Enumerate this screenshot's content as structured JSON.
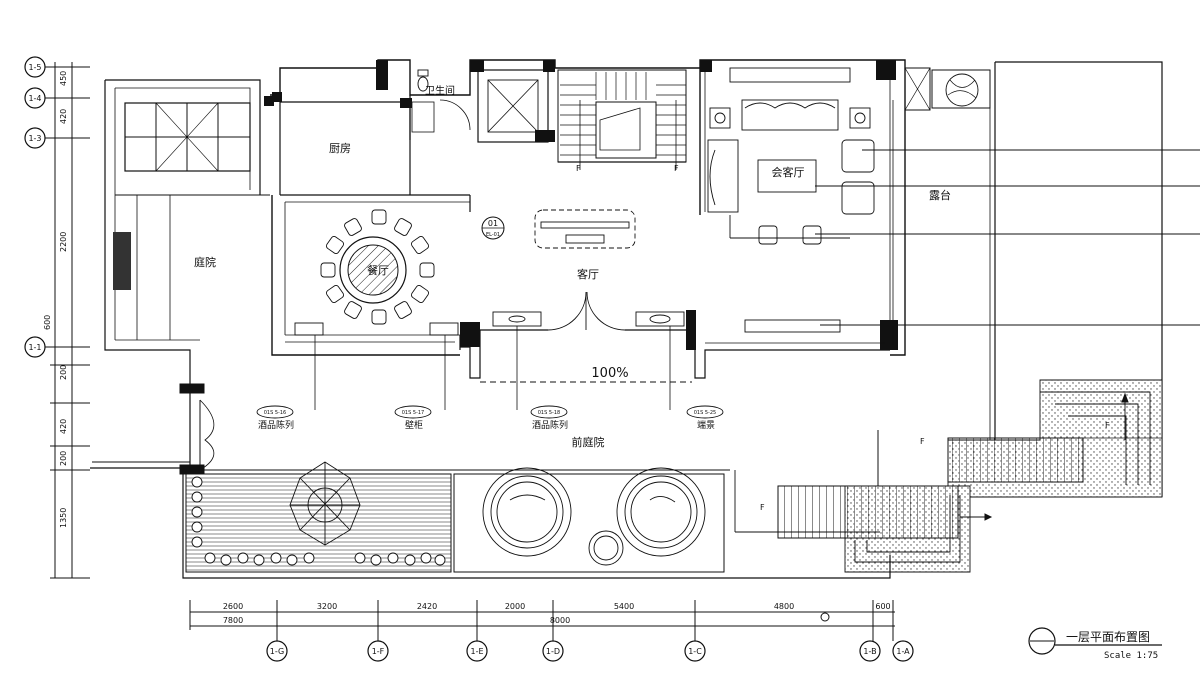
{
  "rooms": {
    "kitchen": "厨房",
    "restroom": "卫生间",
    "dining": "餐厅",
    "living": "客厅",
    "lounge": "会客厅",
    "terrace": "露台",
    "courtyard": "庭院",
    "front_yard": "前庭院"
  },
  "tags": [
    {
      "label": "酒品陈列",
      "code": "01S 5-16"
    },
    {
      "label": "壁柜",
      "code": "01S 5-17"
    },
    {
      "label": "酒品陈列",
      "code": "01S 5-18"
    },
    {
      "label": "端景",
      "code": "01S 5-25"
    }
  ],
  "section_mark": {
    "num": "01",
    "sheet": "EL-01"
  },
  "dim_label": "100%",
  "stair_marks": [
    "F",
    "F",
    "F",
    "F",
    "F"
  ],
  "grid_left": [
    "1-5",
    "1-4",
    "1-3",
    "1-1"
  ],
  "grid_bottom": [
    "1-G",
    "1-F",
    "1-E",
    "1-D",
    "1-C",
    "1-B",
    "1-A"
  ],
  "dim_left": [
    "450",
    "420",
    "2200",
    "200",
    "420",
    "200",
    "1350",
    "600"
  ],
  "dim_bottom_top": [
    "2600",
    "3200",
    "2420",
    "2000",
    "5400",
    "4800",
    "600"
  ],
  "dim_bottom_low": [
    "7800",
    "8000"
  ],
  "title": {
    "name": "一层平面布置图",
    "scale": "Scale 1:75"
  }
}
